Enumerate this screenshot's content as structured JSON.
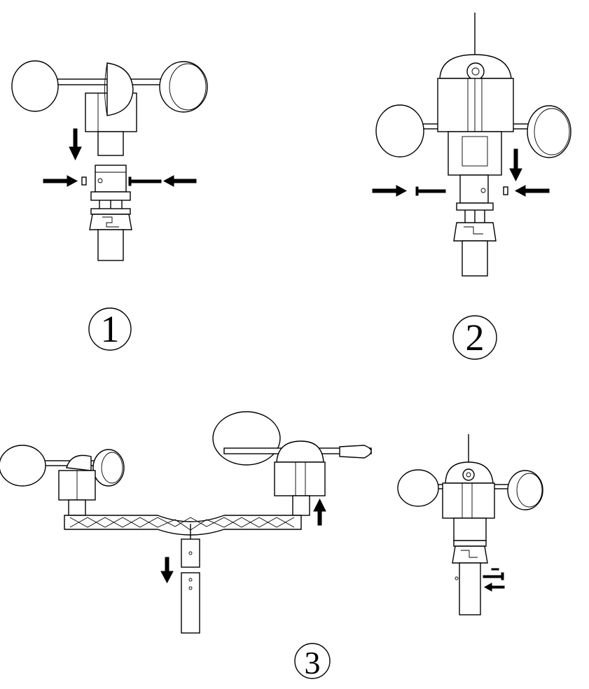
{
  "steps": [
    {
      "label": "1"
    },
    {
      "label": "2"
    },
    {
      "label": "3"
    }
  ],
  "icons": [
    "anemometer-cup-icon",
    "wind-vane-icon",
    "arrow-icon",
    "screw-icon",
    "pole-icon",
    "mounting-bracket-icon"
  ]
}
